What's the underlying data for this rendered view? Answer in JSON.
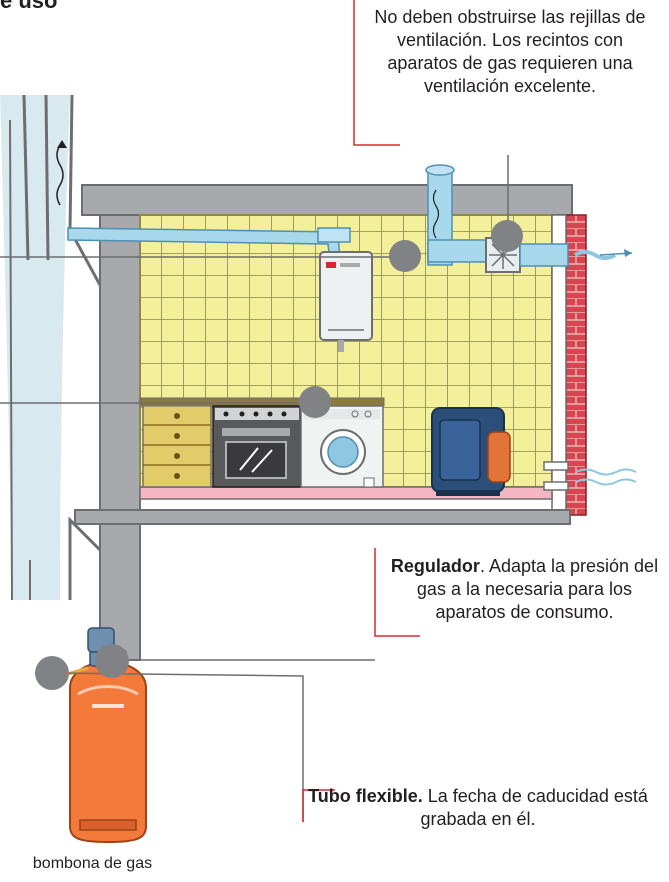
{
  "heading_fragment": "e uso",
  "callouts": {
    "ventilation": "No deben obstruirse las rejillas de ventilación. Los recintos con aparatos de gas requieren una ventilación excelente.",
    "regulator": {
      "term": "Regulador",
      "text": ". Adapta la presión del gas a la necesaria para los aparatos de consumo."
    },
    "hose": {
      "term": "Tubo flexible.",
      "text": " La fecha de caducidad está grabada en él."
    }
  },
  "cylinder_label": "bombona de gas",
  "colors": {
    "leader_red": "#d7282f",
    "leader_gray": "#6d6e71",
    "marker": "#808285",
    "tile": "#f3ef9b",
    "tile_grid": "#8a8a4a",
    "wall": "#a7a9ac",
    "pipe": "#a8d8ec",
    "cylinder": "#f37a3a",
    "brick": "#d64550",
    "floor_pink": "#f4b6c2"
  }
}
